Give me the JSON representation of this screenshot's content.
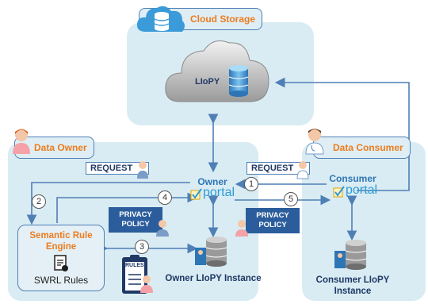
{
  "cloud": {
    "title": "Cloud Storage",
    "db_label": "LIoPY"
  },
  "owner": {
    "title": "Data Owner",
    "request": "REQUEST",
    "portal_name": "Owner",
    "portal_word": "portal",
    "policy_line1": "PRIVACY",
    "policy_line2": "POLICY",
    "engine_line1": "Semantic Rule",
    "engine_line2": "Engine",
    "swrl": "SWRL Rules",
    "rules": "RULES",
    "instance": "Owner LIoPY Instance"
  },
  "consumer": {
    "title": "Data Consumer",
    "request": "REQUEST",
    "portal_name": "Consumer",
    "portal_word": "portal",
    "policy_line1": "PRIVACY",
    "policy_line2": "POLICY",
    "instance_line1": "Consumer LIoPY",
    "instance_line2": "Instance"
  },
  "steps": [
    "1",
    "2",
    "3",
    "4",
    "5"
  ],
  "colors": {
    "accent": "#ec7c1e",
    "line": "#4f7fb6",
    "zone": "#d9ecf3",
    "policy": "#2b5d9c"
  }
}
